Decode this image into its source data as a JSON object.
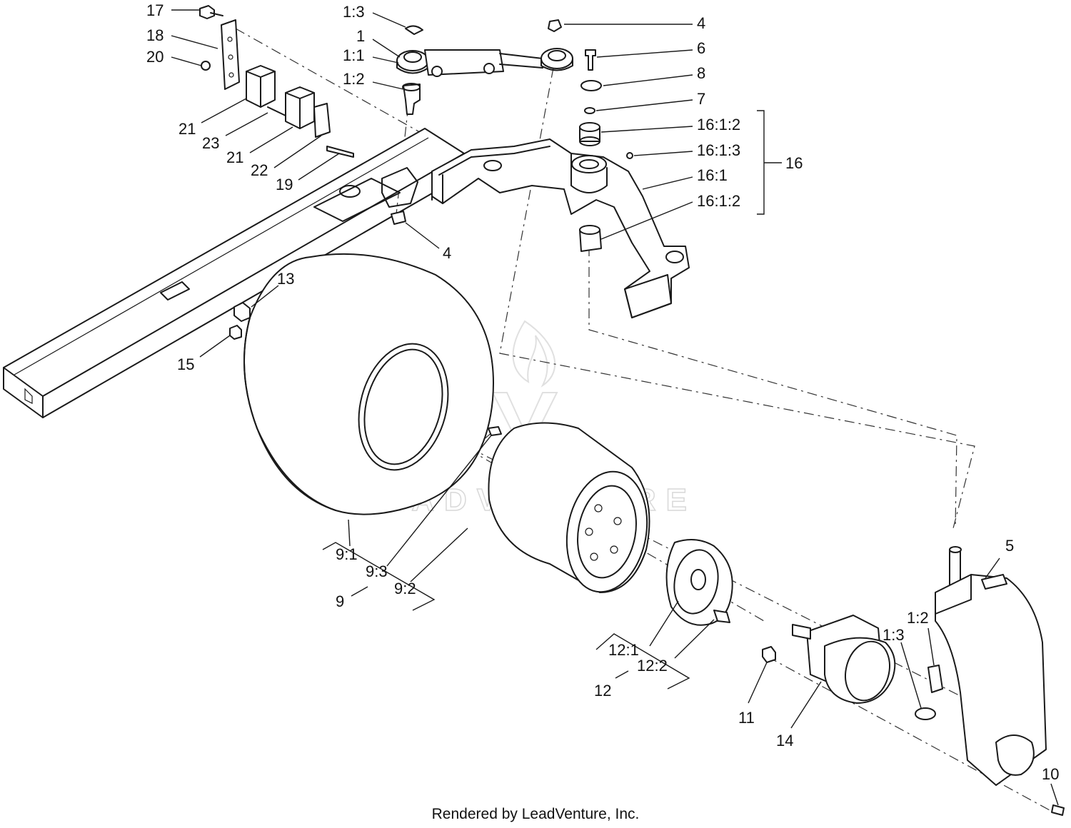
{
  "watermark": {
    "text": "LEADVENTURE"
  },
  "footer": {
    "text": "Rendered by LeadVenture, Inc."
  },
  "labels": {
    "l17": "17",
    "l18": "18",
    "l20": "20",
    "l21a": "21",
    "l23": "23",
    "l21b": "21",
    "l22": "22",
    "l19": "19",
    "l4a": "4",
    "l13": "13",
    "l15": "15",
    "l1_3a": "1:3",
    "l1": "1",
    "l1_1": "1:1",
    "l1_2a": "1:2",
    "l4b": "4",
    "l6": "6",
    "l8": "8",
    "l7": "7",
    "l16_1_2a": "16:1:2",
    "l16_1_3": "16:1:3",
    "l16_1": "16:1",
    "l16_1_2b": "16:1:2",
    "l16": "16",
    "l9_1": "9:1",
    "l9_3": "9:3",
    "l9_2": "9:2",
    "l9": "9",
    "l12_1": "12:1",
    "l12_2": "12:2",
    "l12": "12",
    "l11": "11",
    "l14": "14",
    "l5": "5",
    "l1_2b": "1:2",
    "l1_3b": "1:3",
    "l10": "10"
  }
}
